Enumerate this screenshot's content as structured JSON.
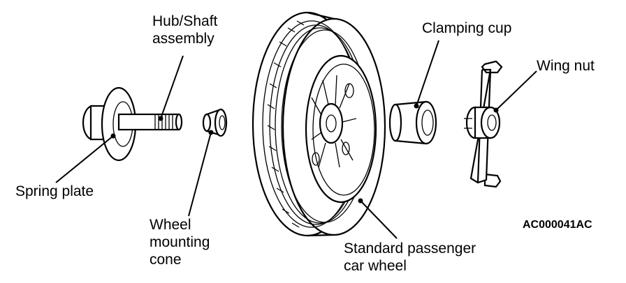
{
  "labels": {
    "hub_shaft": [
      "Hub/Shaft",
      "assembly"
    ],
    "spring_plate": "Spring plate",
    "wheel_cone": [
      "Wheel",
      "mounting",
      "cone"
    ],
    "tire": "",
    "wheel": [
      "Standard passenger",
      "car wheel"
    ],
    "clamping_cup": "Clamping cup",
    "wing_nut": "Wing nut"
  },
  "figure_code": "AC000041AC"
}
